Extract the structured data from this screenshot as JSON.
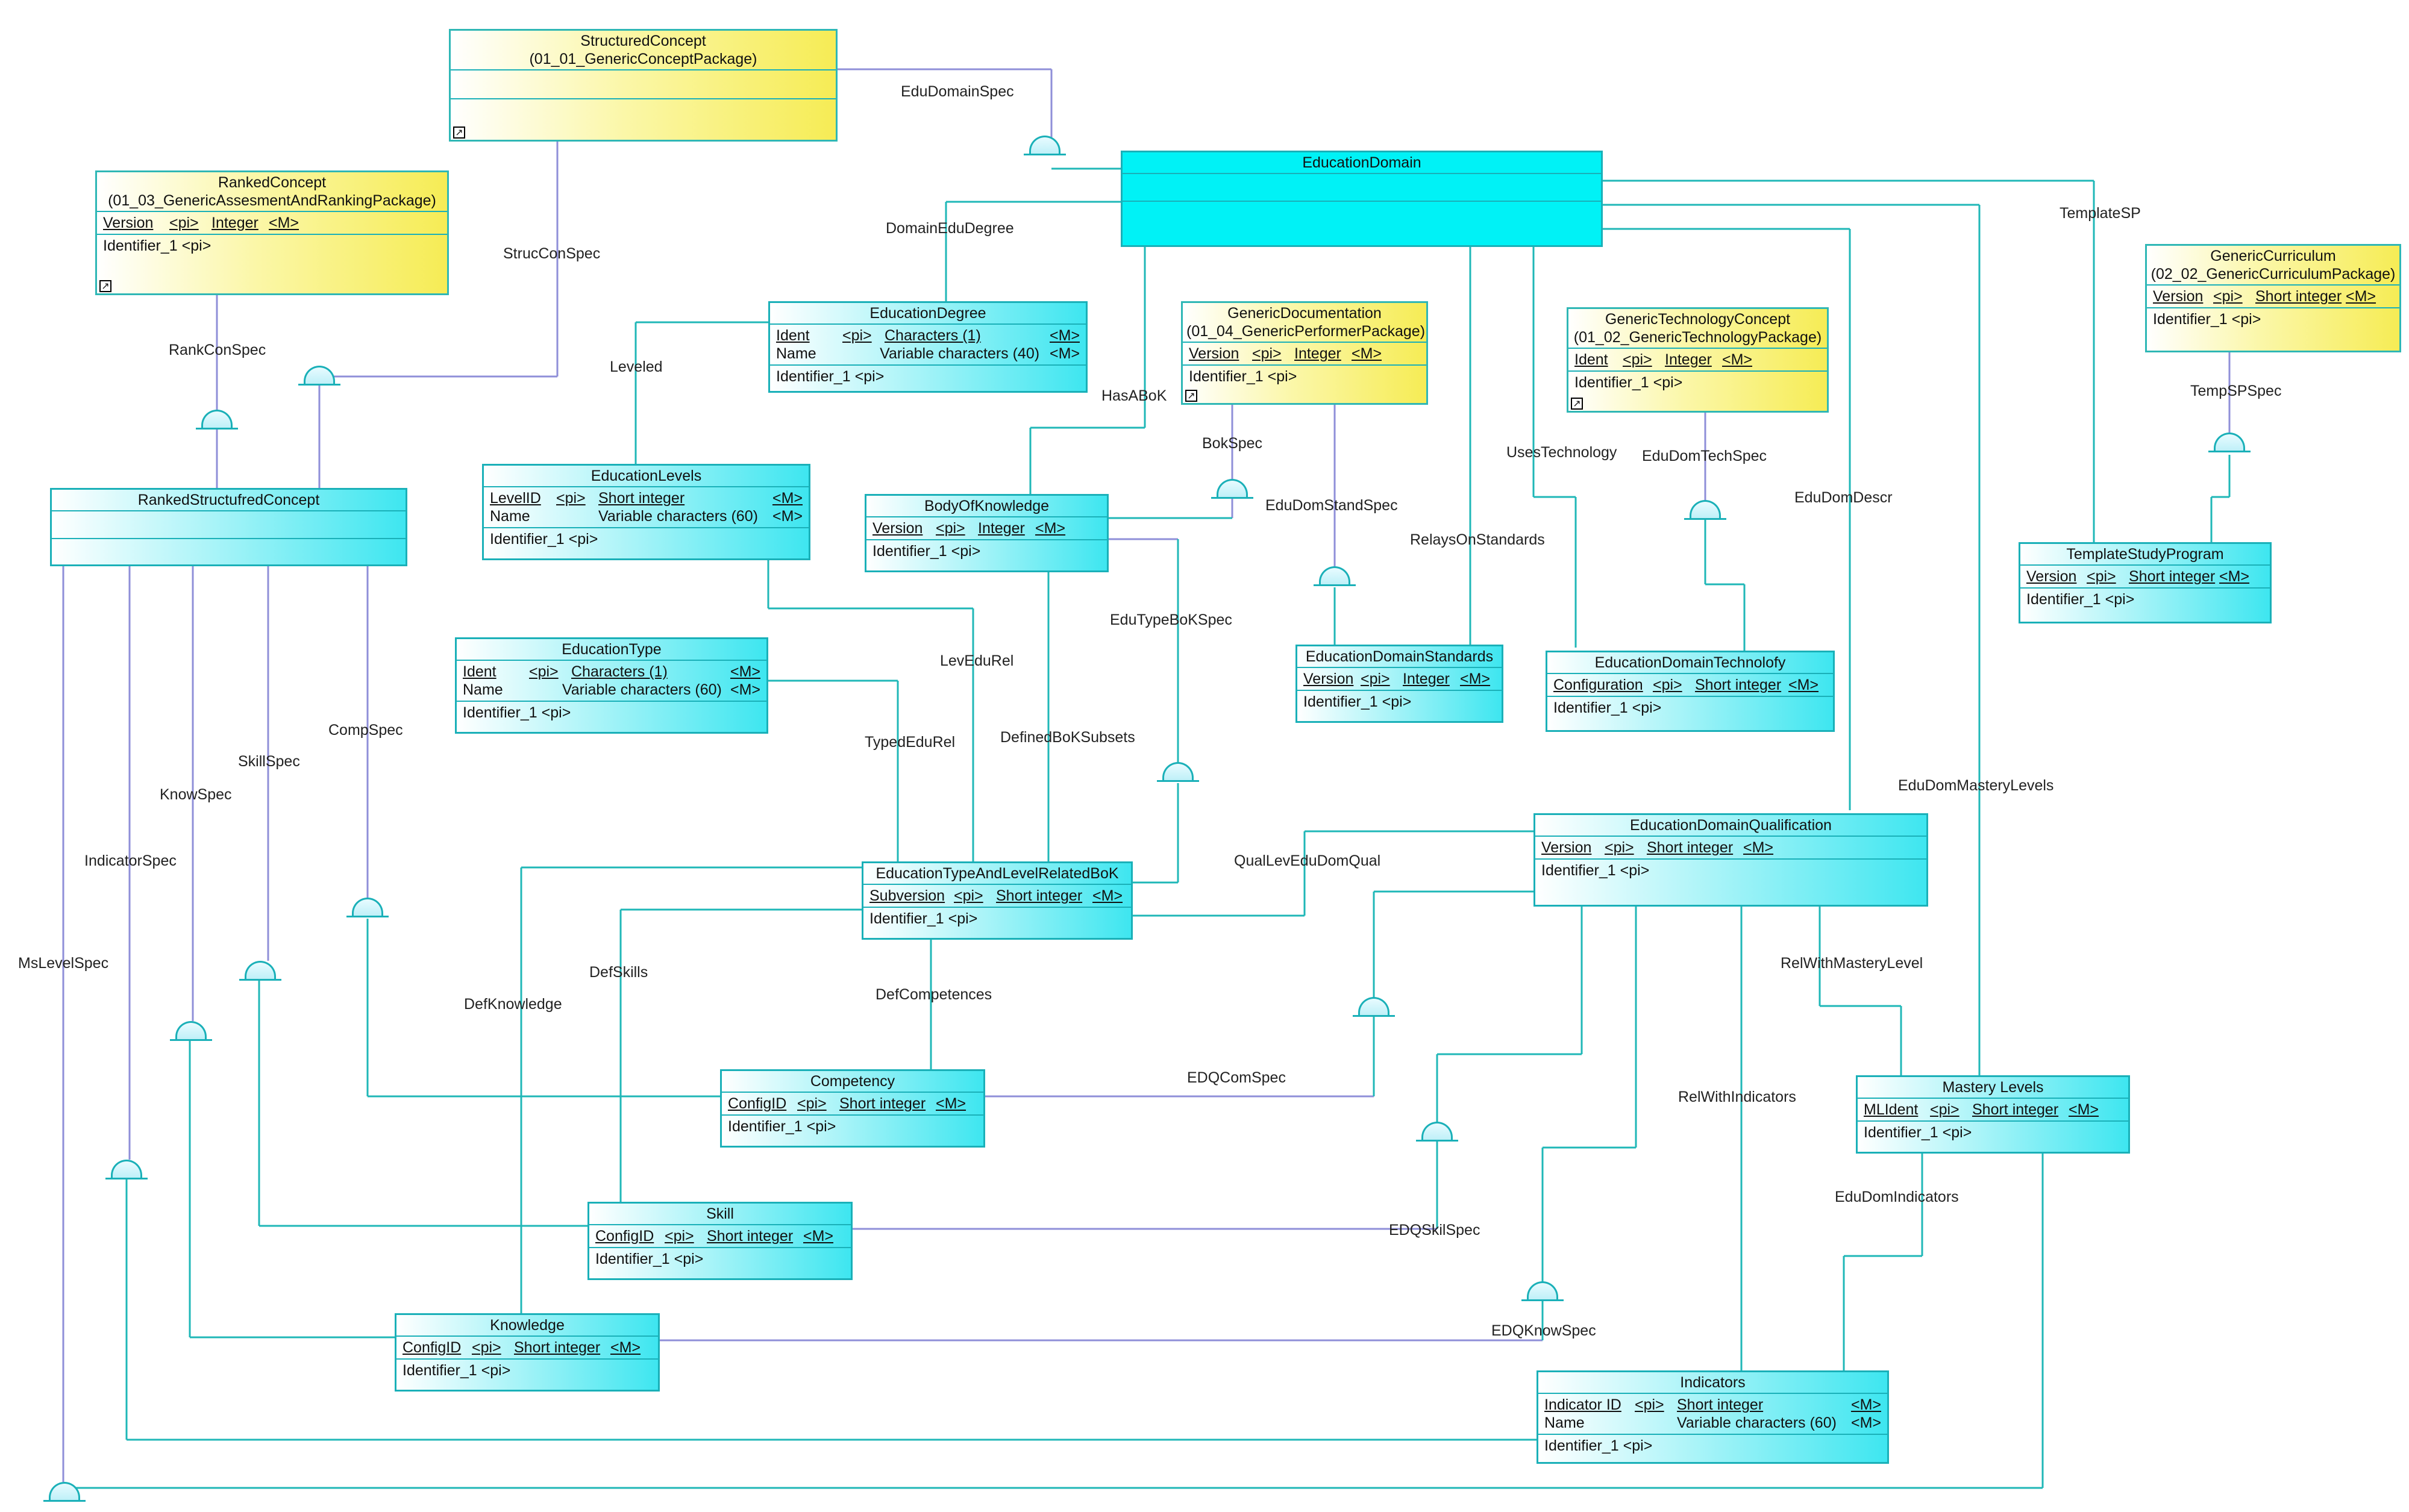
{
  "entities": {
    "structured_concept": {
      "title": "StructuredConcept",
      "subtitle": "(01_01_GenericConceptPackage)",
      "shortcut_icon": "shortcut-arrow"
    },
    "ranked_concept": {
      "title": "RankedConcept",
      "subtitle": "(01_03_GenericAssesmentAndRankingPackage)",
      "attr": {
        "name": "Version",
        "key": "<pi>",
        "type": "Integer",
        "m": "<M>"
      },
      "identifier": "Identifier_1 <pi>"
    },
    "ranked_structured_concept": {
      "title": "RankedStructufredConcept"
    },
    "education_domain": {
      "title": "EducationDomain"
    },
    "education_degree": {
      "title": "EducationDegree",
      "attr1": {
        "name": "Ident",
        "key": "<pi>",
        "type": "Characters (1)",
        "m": "<M>"
      },
      "attr2": {
        "name": "Name",
        "key": "",
        "type": "Variable characters (40)",
        "m": "<M>"
      },
      "identifier": "Identifier_1 <pi>"
    },
    "generic_documentation": {
      "title": "GenericDocumentation",
      "subtitle": "(01_04_GenericPerformerPackage)",
      "attr": {
        "name": "Version",
        "key": "<pi>",
        "type": "Integer",
        "m": "<M>"
      },
      "identifier": "Identifier_1 <pi>"
    },
    "generic_technology_concept": {
      "title": "GenericTechnologyConcept",
      "subtitle": "(01_02_GenericTechnologyPackage)",
      "attr": {
        "name": "Ident",
        "key": "<pi>",
        "type": "Integer",
        "m": "<M>"
      },
      "identifier": "Identifier_1 <pi>"
    },
    "generic_curriculum": {
      "title": "GenericCurriculum",
      "subtitle": "(02_02_GenericCurriculumPackage)",
      "attr": {
        "name": "Version",
        "key": "<pi>",
        "type": "Short integer",
        "m": "<M>"
      },
      "identifier": "Identifier_1 <pi>"
    },
    "education_levels": {
      "title": "EducationLevels",
      "attr1": {
        "name": "LevelID",
        "key": "<pi>",
        "type": "Short integer",
        "m": "<M>"
      },
      "attr2": {
        "name": "Name",
        "key": "",
        "type": "Variable characters (60)",
        "m": "<M>"
      },
      "identifier": "Identifier_1 <pi>"
    },
    "body_of_knowledge": {
      "title": "BodyOfKnowledge",
      "attr": {
        "name": "Version",
        "key": "<pi>",
        "type": "Integer",
        "m": "<M>"
      },
      "identifier": "Identifier_1 <pi>"
    },
    "template_study_program": {
      "title": "TemplateStudyProgram",
      "attr": {
        "name": "Version",
        "key": "<pi>",
        "type": "Short integer",
        "m": "<M>"
      },
      "identifier": "Identifier_1 <pi>"
    },
    "education_domain_standards": {
      "title": "EducationDomainStandards",
      "attr": {
        "name": "Version",
        "key": "<pi>",
        "type": "Integer",
        "m": "<M>"
      },
      "identifier": "Identifier_1 <pi>"
    },
    "education_domain_technology": {
      "title": "EducationDomainTechnolofy",
      "attr": {
        "name": "Configuration",
        "key": "<pi>",
        "type": "Short integer",
        "m": "<M>"
      },
      "identifier": "Identifier_1 <pi>"
    },
    "education_type": {
      "title": "EducationType",
      "attr1": {
        "name": "Ident",
        "key": "<pi>",
        "type": "Characters (1)",
        "m": "<M>"
      },
      "attr2": {
        "name": "Name",
        "key": "",
        "type": "Variable characters (60)",
        "m": "<M>"
      },
      "identifier": "Identifier_1 <pi>"
    },
    "education_type_level_bok": {
      "title": "EducationTypeAndLevelRelatedBoK",
      "attr": {
        "name": "Subversion",
        "key": "<pi>",
        "type": "Short integer",
        "m": "<M>"
      },
      "identifier": "Identifier_1 <pi>"
    },
    "education_domain_qualification": {
      "title": "EducationDomainQualification",
      "attr": {
        "name": "Version",
        "key": "<pi>",
        "type": "Short integer",
        "m": "<M>"
      },
      "identifier": "Identifier_1 <pi>"
    },
    "competency": {
      "title": "Competency",
      "attr": {
        "name": "ConfigID",
        "key": "<pi>",
        "type": "Short integer",
        "m": "<M>"
      },
      "identifier": "Identifier_1 <pi>"
    },
    "mastery_levels": {
      "title": "Mastery Levels",
      "attr": {
        "name": "MLIdent",
        "key": "<pi>",
        "type": "Short integer",
        "m": "<M>"
      },
      "identifier": "Identifier_1 <pi>"
    },
    "skill": {
      "title": "Skill",
      "attr": {
        "name": "ConfigID",
        "key": "<pi>",
        "type": "Short integer",
        "m": "<M>"
      },
      "identifier": "Identifier_1 <pi>"
    },
    "knowledge": {
      "title": "Knowledge",
      "attr": {
        "name": "ConfigID",
        "key": "<pi>",
        "type": "Short integer",
        "m": "<M>"
      },
      "identifier": "Identifier_1 <pi>"
    },
    "indicators": {
      "title": "Indicators",
      "attr1": {
        "name": "Indicator ID",
        "key": "<pi>",
        "type": "Short integer",
        "m": "<M>"
      },
      "attr2": {
        "name": "Name",
        "key": "",
        "type": "Variable characters (60)",
        "m": "<M>"
      },
      "identifier": "Identifier_1 <pi>"
    }
  },
  "relationships": {
    "edu_domain_spec": "EduDomainSpec",
    "struc_con_spec": "StrucConSpec",
    "rank_con_spec": "RankConSpec",
    "domain_edu_degree": "DomainEduDegree",
    "template_sp": "TemplateSP",
    "temp_sp_spec": "TempSPSpec",
    "leveled": "Leveled",
    "has_a_bok": "HasABoK",
    "bok_spec": "BokSpec",
    "uses_technology": "UsesTechnology",
    "edu_dom_tech_spec": "EduDomTechSpec",
    "edu_dom_descr": "EduDomDescr",
    "edu_dom_stand_spec": "EduDomStandSpec",
    "relays_on_standards": "RelaysOnStandards",
    "edu_type_bok_spec": "EduTypeBoKSpec",
    "lev_edu_rel": "LevEduRel",
    "typed_edu_rel": "TypedEduRel",
    "defined_bok_subsets": "DefinedBoKSubsets",
    "comp_spec": "CompSpec",
    "skill_spec": "SkillSpec",
    "know_spec": "KnowSpec",
    "indicator_spec": "IndicatorSpec",
    "ms_level_spec": "MsLevelSpec",
    "edu_dom_mastery_levels": "EduDomMasteryLevels",
    "qual_lev_edu_dom_qual": "QualLevEduDomQual",
    "def_skills": "DefSkills",
    "def_knowledge": "DefKnowledge",
    "def_competences": "DefCompetences",
    "rel_with_mastery_level": "RelWithMasteryLevel",
    "edq_com_spec": "EDQComSpec",
    "rel_with_indicators": "RelWithIndicators",
    "edu_dom_indicators": "EduDomIndicators",
    "edq_skil_spec": "EDQSkilSpec",
    "edq_know_spec": "EDQKnowSpec"
  },
  "colors": {
    "entity_cyan": "#3ee6f0",
    "entity_yellow": "#f6ec55",
    "line_teal": "#1fb7b7",
    "line_lavender": "#8f8fd8"
  }
}
